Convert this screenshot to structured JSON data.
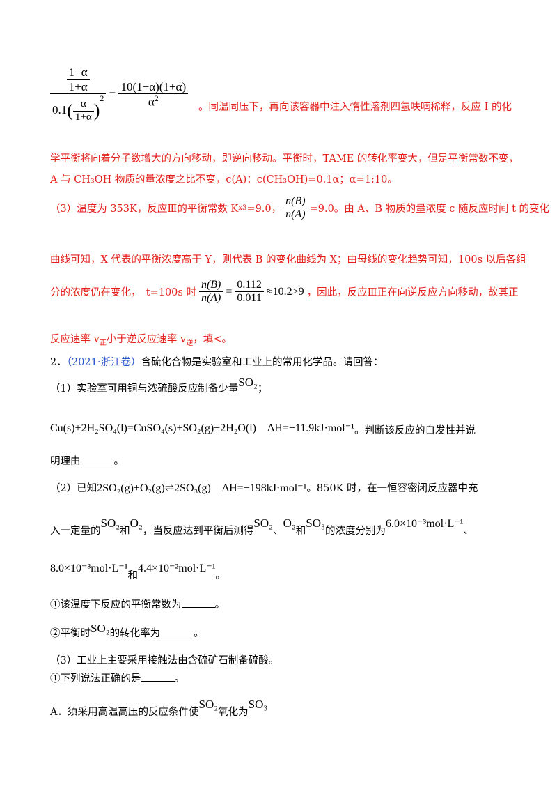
{
  "sec1": {
    "f1_top_num": "1−α",
    "f1_top_den": "1+α",
    "f1_low": "0.1",
    "f1_inner_num": "α",
    "f1_inner_den": "1+α",
    "f1_exp": "2",
    "f1_eq": "=",
    "f1_rhs_num": "10(1−α)(1+α)",
    "f1_rhs_den": "α",
    "f1_rhs_exp": "2",
    "line1_text": "。同温同压下，再向该容器中注入惰性溶剂四氢呋喃稀释，反应 I 的化",
    "line2_text": "学平衡将向着分子数增大的方向移动，即逆向移动。平衡时，TAME 的转化率变大，但是平衡常数不变，",
    "line3_text": "A 与 CH₃OH 物质的量浓度之比不变，c(A)：c(CH₃OH)=0.1α；α=1:10。",
    "p3_a": "（3）温度为 353K，反应Ⅲ的平衡常数 K",
    "p3_sub": "x3",
    "p3_b": "=9.0，",
    "p3_frac_num": "n(B)",
    "p3_frac_den": "n(A)",
    "p3_c": "=9.0。由 A、B 物质的量浓度 c 随反应时间 t 的变化",
    "p3_line2": "曲线可知，X 代表的平衡浓度高于 Y，则代表 B 的变化曲线为 X；由母线的变化趋势可知，100s 以后各组",
    "p3_line3_a": "分的浓度仍在变化，　t=100s 时",
    "p3_f2_num": "n(B)",
    "p3_f2_den": "n(A)",
    "p3_f2_eq": "=",
    "p3_f3_num": "0.112",
    "p3_f3_den": "0.011",
    "p3_f3_tail": "≈10.2>9",
    "p3_line3_b": "，因此，反应Ⅲ正在向逆反应方向移动，故其正",
    "p3_line4_a": "反应速率 v",
    "p3_line4_sub1": "正",
    "p3_line4_b": "小于逆反应速率 v",
    "p3_line4_sub2": "逆",
    "p3_line4_c": "，填<。"
  },
  "q2": {
    "num": "2．",
    "source": "（2021·浙江卷）",
    "intro": "含硫化合物是实验室和工业上的常用化学品。请回答：",
    "p1_text": "（1）实验室可用铜与浓硫酸反应制备少量",
    "so2": "SO₂",
    "semicolon": "；",
    "eq1": "Cu(s)+2H₂SO₄(l)=CuSO₄(s)+SO₂(g)+2H₂O(l)　ΔH=−11.9kJ·mol⁻¹",
    "eq1_tail": "。判断该反应的自发性并说",
    "reason_a": "明理由",
    "period": "。",
    "p2_a": "（2）已知",
    "eq2": "2SO₂(g)+O₂(g)⇌2SO₃(g)　ΔH=−198kJ·mol⁻¹",
    "p2_b": "。850K 时，在一恒容密闭反应器中充",
    "p2_line2_a": "入一定量的",
    "o2": "O₂",
    "he": "和",
    "p2_line2_b": "，当反应达到平衡后测得",
    "dun": "、",
    "so3": "SO₃",
    "p2_line2_c": "的浓度分别为",
    "c1": "6.0×10⁻³mol·L⁻¹",
    "c2": "8.0×10⁻³mol·L⁻¹",
    "c3": "4.4×10⁻²mol·L⁻¹",
    "q_a": "①该温度下反应的平衡常数为",
    "q_b_a": "②平衡时",
    "q_b_b": "的转化率为",
    "p3_title": "（3）工业上主要采用接触法由含硫矿石制备硫酸。",
    "p3_q1": "①下列说法正确的是",
    "optA_a": "A．须采用高温高压的反应条件使",
    "optA_b": "氧化为"
  }
}
